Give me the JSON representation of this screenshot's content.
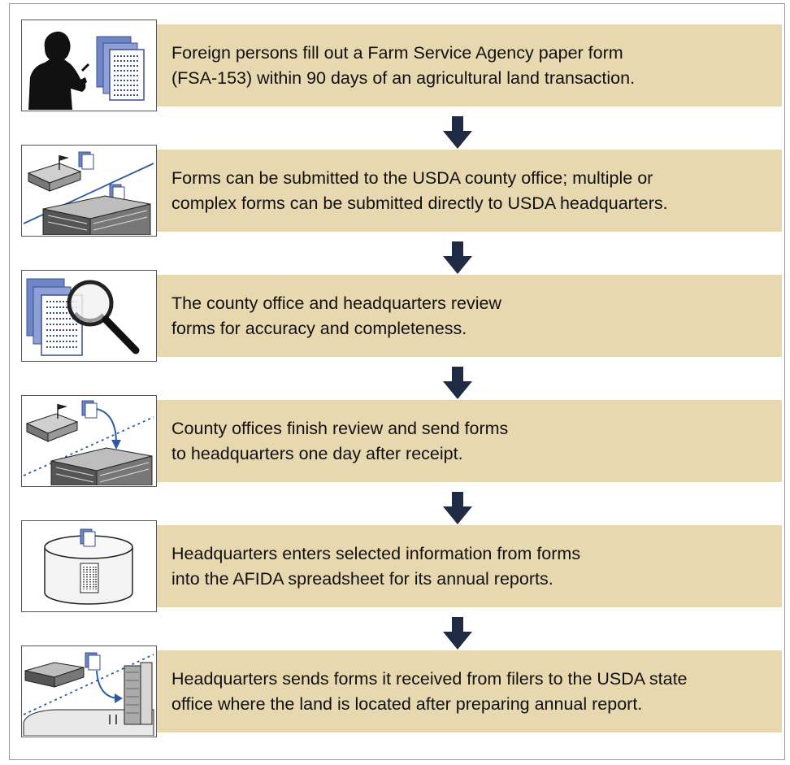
{
  "steps": [
    {
      "icon": "person-filling-form-icon",
      "lines": [
        "Foreign persons fill out a Farm Service Agency paper form",
        "(FSA-153) within 90 days of an agricultural land transaction."
      ]
    },
    {
      "icon": "county-office-and-headquarters-icon",
      "lines": [
        "Forms can be submitted to the USDA county office; multiple or",
        "complex forms can be submitted directly to USDA headquarters."
      ]
    },
    {
      "icon": "magnifying-glass-review-icon",
      "lines": [
        "The county office and headquarters review",
        "forms for accuracy and completeness."
      ]
    },
    {
      "icon": "forms-sent-to-headquarters-icon",
      "lines": [
        "County offices finish review and send forms",
        "to headquarters one day after receipt."
      ]
    },
    {
      "icon": "database-spreadsheet-icon",
      "lines": [
        "Headquarters enters selected information from forms",
        "into the AFIDA spreadsheet for its annual reports."
      ]
    },
    {
      "icon": "forms-sent-to-state-office-icon",
      "lines": [
        "Headquarters sends forms it received from filers to the USDA state",
        "office where the land is located after preparing annual report."
      ]
    }
  ],
  "colors": {
    "band": "#e8d8b0",
    "arrow": "#1f2a44",
    "form_blue": "#6f86c6",
    "form_light": "#dfe6f6",
    "curve_arrow": "#2d5aa8"
  }
}
